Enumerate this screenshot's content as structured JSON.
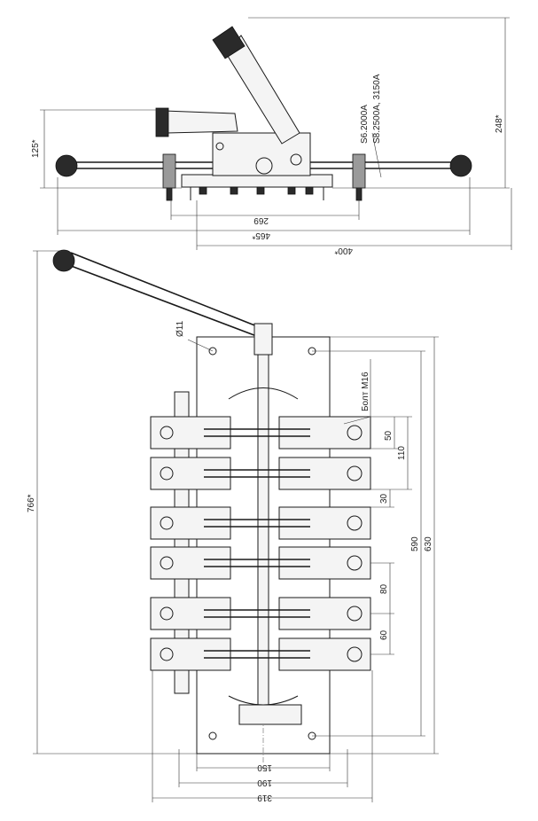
{
  "side_view": {
    "dim_height_left": "125*",
    "dim_height_right": "248*",
    "dim_bottom_1": "269",
    "dim_bottom_2": "465*",
    "dim_bottom_3": "400*",
    "label_line_1": "S6.2000A",
    "label_line_2": "S8.2500A, 3150A"
  },
  "plan_view": {
    "dim_total_height": "766*",
    "dim_hole": "Ø11",
    "label_bolt": "Болт М16",
    "dim_50": "50",
    "dim_110": "110",
    "dim_30": "30",
    "dim_590": "590",
    "dim_630": "630",
    "dim_80": "80",
    "dim_60": "60",
    "dim_150": "150",
    "dim_190": "190",
    "dim_319": "319"
  }
}
